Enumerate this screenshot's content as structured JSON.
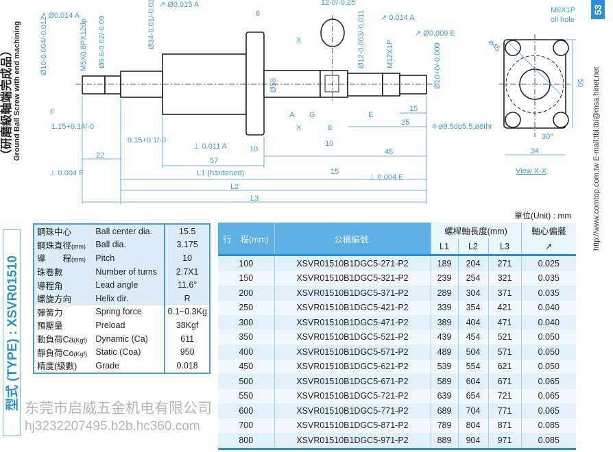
{
  "title": {
    "zh": "（研磨級軸端完成品）",
    "en": "Ground Ball Screw with end machining"
  },
  "page_number": "53",
  "contact": "http://www.comtop.com.tw   E-mail:tbi.tbi@msa.hinet.net",
  "type_label": "型式 (TYPE) : XSVR01510",
  "drawing": {
    "fcf1": "↗ Ø0.014 A",
    "fcf2": "↗ Ø0.015 A",
    "fcf3": "↗ 0.014 A",
    "fcf4": "↗ Ø0.009 E",
    "fcf5": "⊥ 0.011 A",
    "fcf6": "⊥ 0.004 F",
    "fcf7": "⊥ 0.004 E",
    "d10": "Ø10-0.004/-0.012",
    "m5": "M5X0.8PX12dp",
    "d96": "Ø9.6-0.02/-0.09",
    "d34": "Ø34-0.01/-0.03",
    "d58": "Ø58",
    "d12": "Ø12-0.003/-0.011",
    "m12": "M12X1P",
    "d10b": "Ø10+0/-0.009",
    "dim6": "6",
    "dim12": "12-0/-0.25",
    "dim115": "1.15+0.14/-0",
    "dim915": "9.15+0.1/-0",
    "dim22": "22",
    "dim10": "10",
    "dim57": "57",
    "l1": "L1 (hardened)",
    "l2": "L2",
    "l3": "L3",
    "dim8": "8",
    "dim10b": "10",
    "dim15": "15",
    "dim25": "25",
    "dim45": "45",
    "dim15b": "15",
    "datumF": "F",
    "datumA": "A",
    "datumG": "G",
    "datumE": "E",
    "secX1": "X",
    "secX2": "X",
    "holes": "4-ø9.5dp5.5,ø6thr",
    "m6": "M6X1P",
    "oil": "oil hole",
    "d45": "ø45",
    "dim50": "50",
    "dim34": "34",
    "ang30": "30°",
    "view": "View X-X"
  },
  "spec_table": [
    {
      "zh": "鋼珠中心",
      "unit": "",
      "en": "Ball center dia.",
      "value": "15.5"
    },
    {
      "zh": "鋼珠直徑",
      "unit": "(mm)",
      "en": "Ball dia.",
      "value": "3.175"
    },
    {
      "zh": "導　　程",
      "unit": "(mm)",
      "en": "Pitch",
      "value": "10"
    },
    {
      "zh": "珠卷數",
      "unit": "",
      "en": "Number of turns",
      "value": "2.7X1"
    },
    {
      "zh": "導程角",
      "unit": "",
      "en": "Lead angle",
      "value": "11.6°"
    },
    {
      "zh": "螺旋方向",
      "unit": "",
      "en": "Helix dir.",
      "value": "R"
    },
    {
      "zh": "彈簧力",
      "unit": "",
      "en": "Spring force",
      "value": "0.1~0.3Kg"
    },
    {
      "zh": "預壓量",
      "unit": "",
      "en": "Preload",
      "value": "38Kgf"
    },
    {
      "zh": "動負荷Ca",
      "unit": "(Kgf)",
      "en": "Dynamic (Ca)",
      "value": "611"
    },
    {
      "zh": "靜負荷Co",
      "unit": "(Kgf)",
      "en": "Static (Coa)",
      "value": "950"
    },
    {
      "zh": "精度(級數)",
      "unit": "",
      "en": "Grade",
      "value": "0.018"
    }
  ],
  "unit_note": "單位(Unit) : mm",
  "main_table": {
    "headers": {
      "stroke": "行　程(mm)",
      "model": "公稱編號.",
      "length": "螺桿軸長度(mm)",
      "runout": "軸心偏擺",
      "l1": "L1",
      "l2": "L2",
      "l3": "L3",
      "runout_sym": "↗"
    },
    "rows": [
      [
        "100",
        "XSVR01510B1DGC5-271-P2",
        "189",
        "204",
        "271",
        "0.025"
      ],
      [
        "150",
        "XSVR01510B1DGC5-321-P2",
        "239",
        "254",
        "321",
        "0.035"
      ],
      [
        "200",
        "XSVR01510B1DGC5-371-P2",
        "289",
        "304",
        "371",
        "0.035"
      ],
      [
        "250",
        "XSVR01510B1DGC5-421-P2",
        "339",
        "354",
        "421",
        "0.040"
      ],
      [
        "300",
        "XSVR01510B1DGC5-471-P2",
        "389",
        "404",
        "471",
        "0.040"
      ],
      [
        "350",
        "XSVR01510B1DGC5-521-P2",
        "439",
        "454",
        "521",
        "0.050"
      ],
      [
        "400",
        "XSVR01510B1DGC5-571-P2",
        "489",
        "504",
        "571",
        "0.050"
      ],
      [
        "450",
        "XSVR01510B1DGC5-621-P2",
        "539",
        "554",
        "621",
        "0.050"
      ],
      [
        "500",
        "XSVR01510B1DGC5-671-P2",
        "589",
        "604",
        "671",
        "0.065"
      ],
      [
        "550",
        "XSVR01510B1DGC5-721-P2",
        "639",
        "654",
        "721",
        "0.065"
      ],
      [
        "600",
        "XSVR01510B1DGC5-771-P2",
        "689",
        "704",
        "771",
        "0.065"
      ],
      [
        "700",
        "XSVR01510B1DGC5-871-P2",
        "789",
        "804",
        "871",
        "0.085"
      ],
      [
        "800",
        "XSVR01510B1DGC5-971-P2",
        "889",
        "904",
        "971",
        "0.085"
      ]
    ]
  },
  "watermark": {
    "company": "东莞市启威五金机电有限公司",
    "url": "hj3232207495.b2b.hc360.com"
  }
}
